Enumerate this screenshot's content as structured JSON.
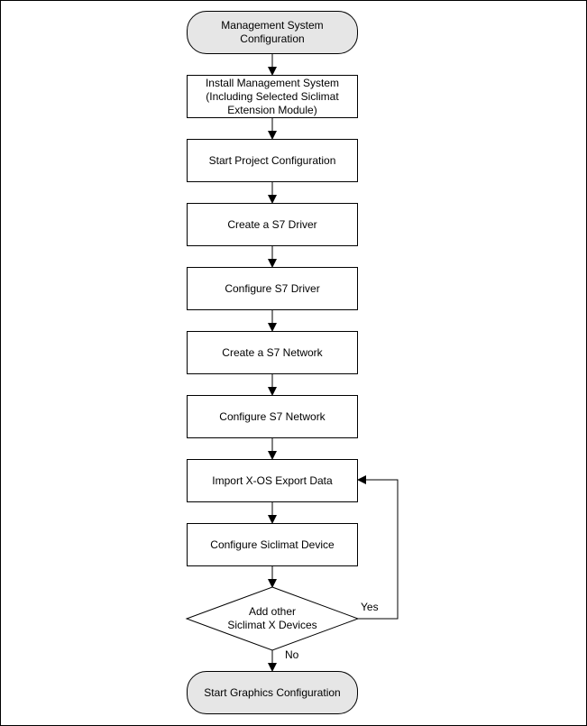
{
  "diagram": {
    "nodes": {
      "start": "Management System\nConfiguration",
      "install": "Install Management System\n(Including Selected Siclimat\nExtension Module)",
      "start_project": "Start Project Configuration",
      "create_driver": "Create a S7 Driver",
      "configure_driver": "Configure S7 Driver",
      "create_network": "Create a S7 Network",
      "configure_network": "Configure S7 Network",
      "import_data": "Import X-OS Export Data",
      "configure_device": "Configure Siclimat Device",
      "decision": "Add other\nSiclimat X Devices",
      "end": "Start Graphics Configuration"
    },
    "labels": {
      "yes": "Yes",
      "no": "No"
    }
  }
}
